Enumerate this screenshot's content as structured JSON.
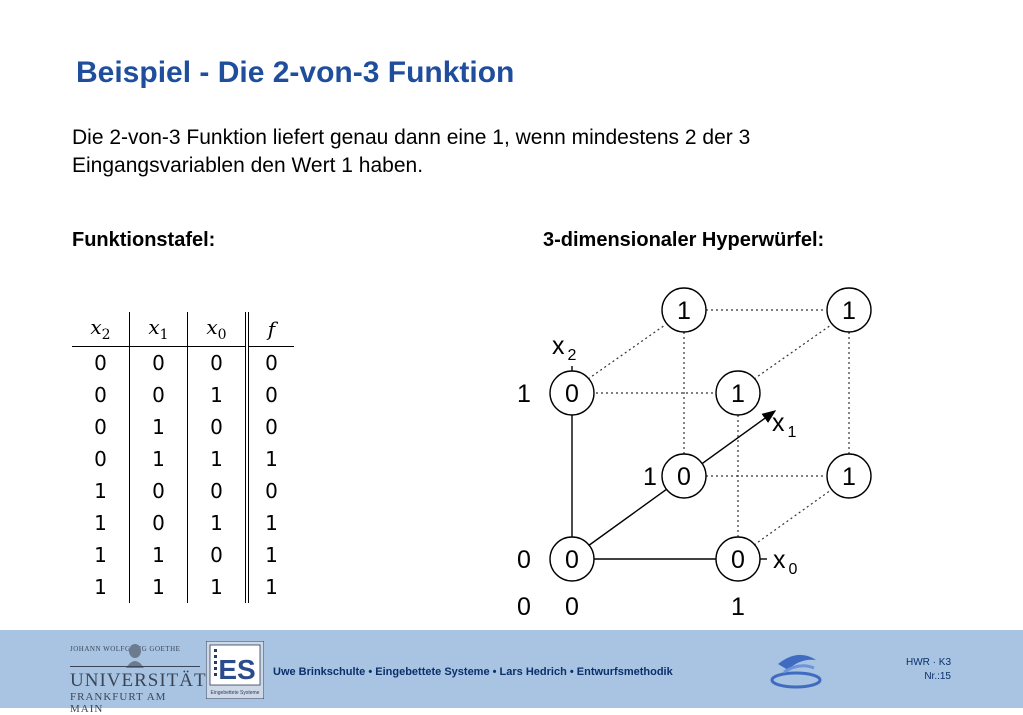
{
  "title": "Beispiel - Die 2-von-3 Funktion",
  "intro": {
    "line1": "Die 2-von-3 Funktion liefert genau dann eine 1, wenn mindestens 2 der 3",
    "line2": "Eingangsvariablen den Wert 1 haben."
  },
  "headings": {
    "table": "Funktionstafel:",
    "cube": "3-dimensionaler Hyperwürfel:"
  },
  "truth_table": {
    "columns": [
      {
        "var": "x",
        "sub": "2"
      },
      {
        "var": "x",
        "sub": "1"
      },
      {
        "var": "x",
        "sub": "0"
      },
      {
        "var": "f",
        "sub": ""
      }
    ],
    "rows": [
      [
        "0",
        "0",
        "0",
        "0"
      ],
      [
        "0",
        "0",
        "1",
        "0"
      ],
      [
        "0",
        "1",
        "0",
        "0"
      ],
      [
        "0",
        "1",
        "1",
        "1"
      ],
      [
        "1",
        "0",
        "0",
        "0"
      ],
      [
        "1",
        "0",
        "1",
        "1"
      ],
      [
        "1",
        "1",
        "0",
        "1"
      ],
      [
        "1",
        "1",
        "1",
        "1"
      ]
    ]
  },
  "cube": {
    "nodes": {
      "x0_0_0": "0",
      "x0_0_1": "0",
      "x0_1_0": "0",
      "x0_1_1": "1",
      "x1_0_0": "0",
      "x1_0_1": "1",
      "x1_1_0": "1",
      "x1_1_1": "1"
    },
    "axis_labels": {
      "x0_var": "x",
      "x0_sub": "0",
      "x1_var": "x",
      "x1_sub": "1",
      "x2_var": "x",
      "x2_sub": "2"
    },
    "coord_labels": {
      "left_bottom": "0",
      "left_top": "1",
      "depth_label": "1",
      "bottom_left": "0",
      "bottom_mid": "0",
      "bottom_right": "1"
    }
  },
  "footer": {
    "uni_small": "JOHANN WOLFGANG GOETHE",
    "uni_main": "UNIVERSITÄT",
    "uni_city": "FRANKFURT AM MAIN",
    "es_logo": "ES",
    "es_caption": "Eingebettete Systeme",
    "text": "Uwe Brinkschulte • Eingebettete Systeme • Lars Hedrich • Entwurfsmethodik",
    "hwr": "HWR · K3",
    "page": "Nr.:15"
  }
}
